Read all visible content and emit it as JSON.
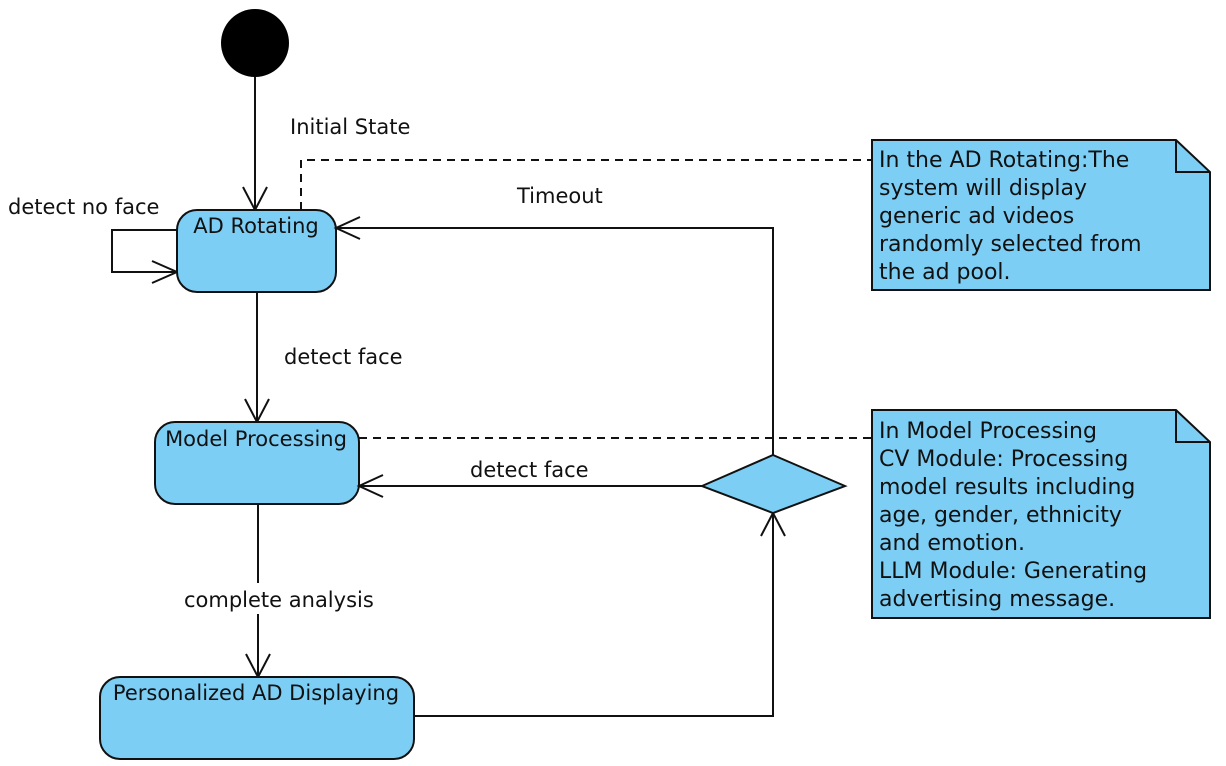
{
  "diagram": {
    "colors": {
      "node_fill": "#7ccef5",
      "stroke": "#111111",
      "initial": "#000000",
      "background": "#ffffff"
    },
    "initial_node": {
      "label": ""
    },
    "states": {
      "ad_rotating": "AD Rotating",
      "model_processing": "Model Processing",
      "personalized_ad": "Personalized AD Displaying"
    },
    "transitions": {
      "initial_state": "Initial State",
      "detect_no_face": "detect no face",
      "detect_face_1": "detect face",
      "complete_analysis": "complete analysis",
      "detect_face_2": "detect face",
      "timeout": "Timeout"
    },
    "notes": {
      "ad_rotating": [
        "In the AD Rotating:The",
        "system will display",
        "generic ad videos",
        "randomly selected from",
        "the ad pool."
      ],
      "model_processing": [
        "In Model Processing",
        "CV Module: Processing",
        "model results including",
        "age, gender, ethnicity",
        "and emotion.",
        "LLM Module: Generating",
        "advertising message."
      ]
    }
  }
}
